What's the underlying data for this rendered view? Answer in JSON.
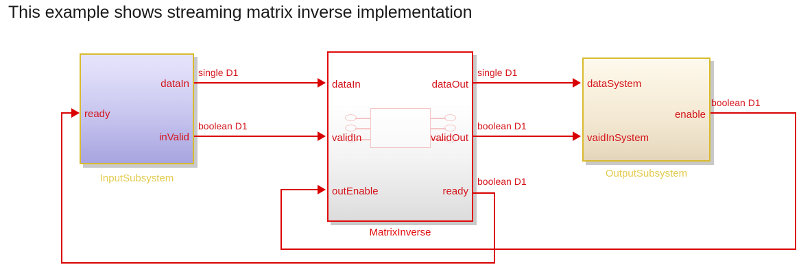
{
  "title": "This example shows streaming matrix inverse implementation",
  "colors": {
    "signal_red": "#d90000",
    "label_red": "#d4131a",
    "block_border_gold": "#d9ba2e",
    "block_border_red": "#e10b0b",
    "caption_yellow": "#e3cb4e",
    "glyph_pink": "#f6c5c5",
    "background": "#ffffff"
  },
  "blocks": {
    "input_subsystem": {
      "caption": "InputSubsystem",
      "ports": {
        "ready": "ready",
        "data_in": "dataIn",
        "in_valid": "inValid"
      }
    },
    "matrix_inverse": {
      "caption": "MatrixInverse",
      "ports": {
        "data_in": "dataIn",
        "valid_in": "validIn",
        "out_enable": "outEnable",
        "data_out": "dataOut",
        "valid_out": "validOut",
        "ready": "ready"
      }
    },
    "output_subsystem": {
      "caption": "OutputSubsystem",
      "ports": {
        "data_system": "dataSystem",
        "vaid_in_system": "vaidInSystem",
        "enable": "enable"
      }
    }
  },
  "signals": {
    "input_data": "single D1",
    "input_valid": "boolean D1",
    "matrix_data_out": "single D1",
    "matrix_valid_out": "boolean D1",
    "matrix_ready": "boolean D1",
    "output_enable": "boolean D1"
  }
}
